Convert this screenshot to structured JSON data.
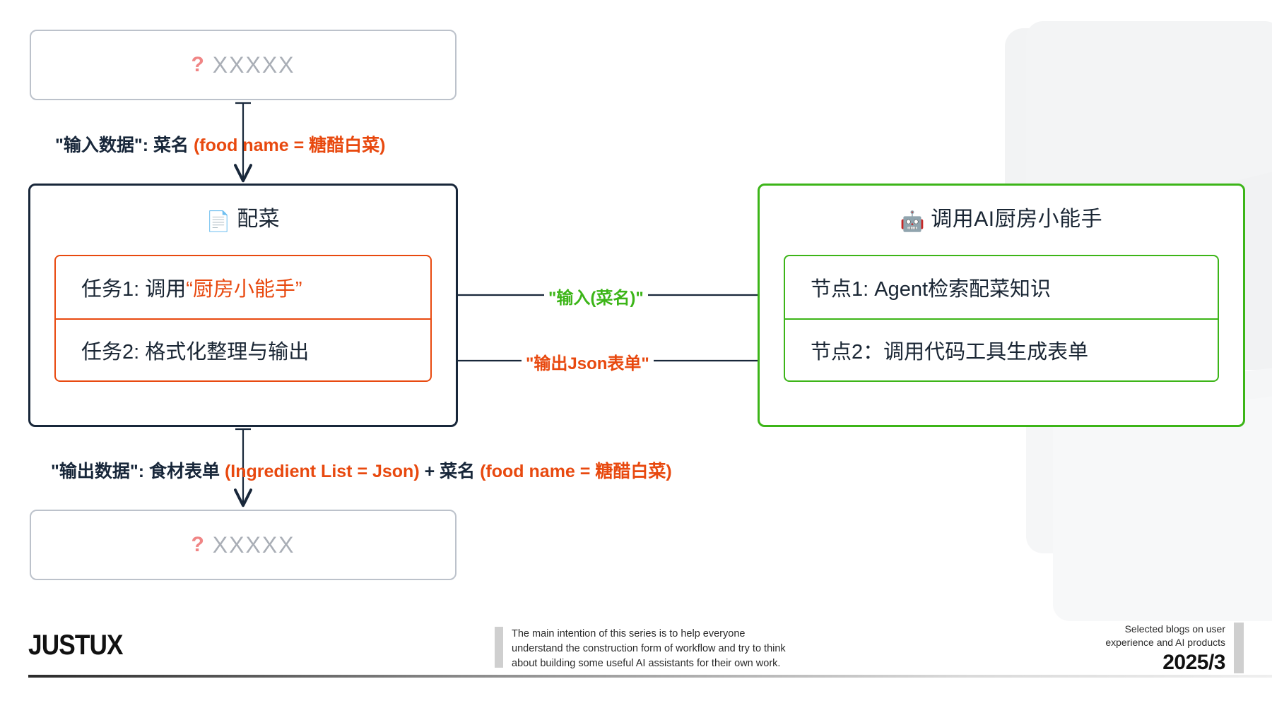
{
  "diagram": {
    "title_top_placeholder": {
      "marker": "?",
      "text": "XXXXX"
    },
    "title_bottom_placeholder": {
      "marker": "?",
      "text": "XXXXX"
    },
    "input_flow_label": {
      "prefix": "\"输入数据\": 菜名 ",
      "highlight": "(food name = 糖醋白菜)"
    },
    "output_flow_label": {
      "prefix": "\"输出数据\": 食材表单 ",
      "highlight_1": "(Ingredient List = Json)",
      "middle": " + 菜名 ",
      "highlight_2": "(food name = 糖醋白菜)"
    },
    "left_panel": {
      "icon": "page-facing-up-emoji",
      "icon_glyph": "📄",
      "title": "配菜",
      "rows": [
        {
          "prefix": "任务1: 调用",
          "highlight": "“厨房小能手”"
        },
        {
          "prefix": "任务2: 格式化整理与输出",
          "highlight": ""
        }
      ]
    },
    "right_panel": {
      "icon": "robot-emoji",
      "icon_glyph": "🤖",
      "title": "调用AI厨房小能手",
      "rows": [
        {
          "prefix": "节点1: Agent检索配菜知识",
          "highlight": ""
        },
        {
          "prefix": "节点2：调用代码工具生成表单",
          "highlight": ""
        }
      ]
    },
    "arrows": [
      {
        "name": "input-arrow",
        "label": "\"输入(菜名)\"",
        "direction": "left-to-right",
        "color": "#3cb518"
      },
      {
        "name": "output-arrow",
        "label": "\"输出Json表单\"",
        "direction": "right-to-left",
        "color": "#e8490f"
      }
    ]
  },
  "footer": {
    "brand": "JUSTUX",
    "note_lines": [
      "The main intention of this series is to help everyone",
      "understand the construction form of workflow and try to think",
      "about building some useful AI assistants for their own work."
    ],
    "right_lines": [
      "Selected blogs on user",
      "experience and AI products"
    ],
    "year": "2025/3"
  },
  "colors": {
    "orange": "#e8490f",
    "green": "#3cb518",
    "navy": "#18273a",
    "placeholder_border": "#bcc2cb",
    "placeholder_text": "#a9aeb6",
    "question_mark": "#f08585"
  }
}
